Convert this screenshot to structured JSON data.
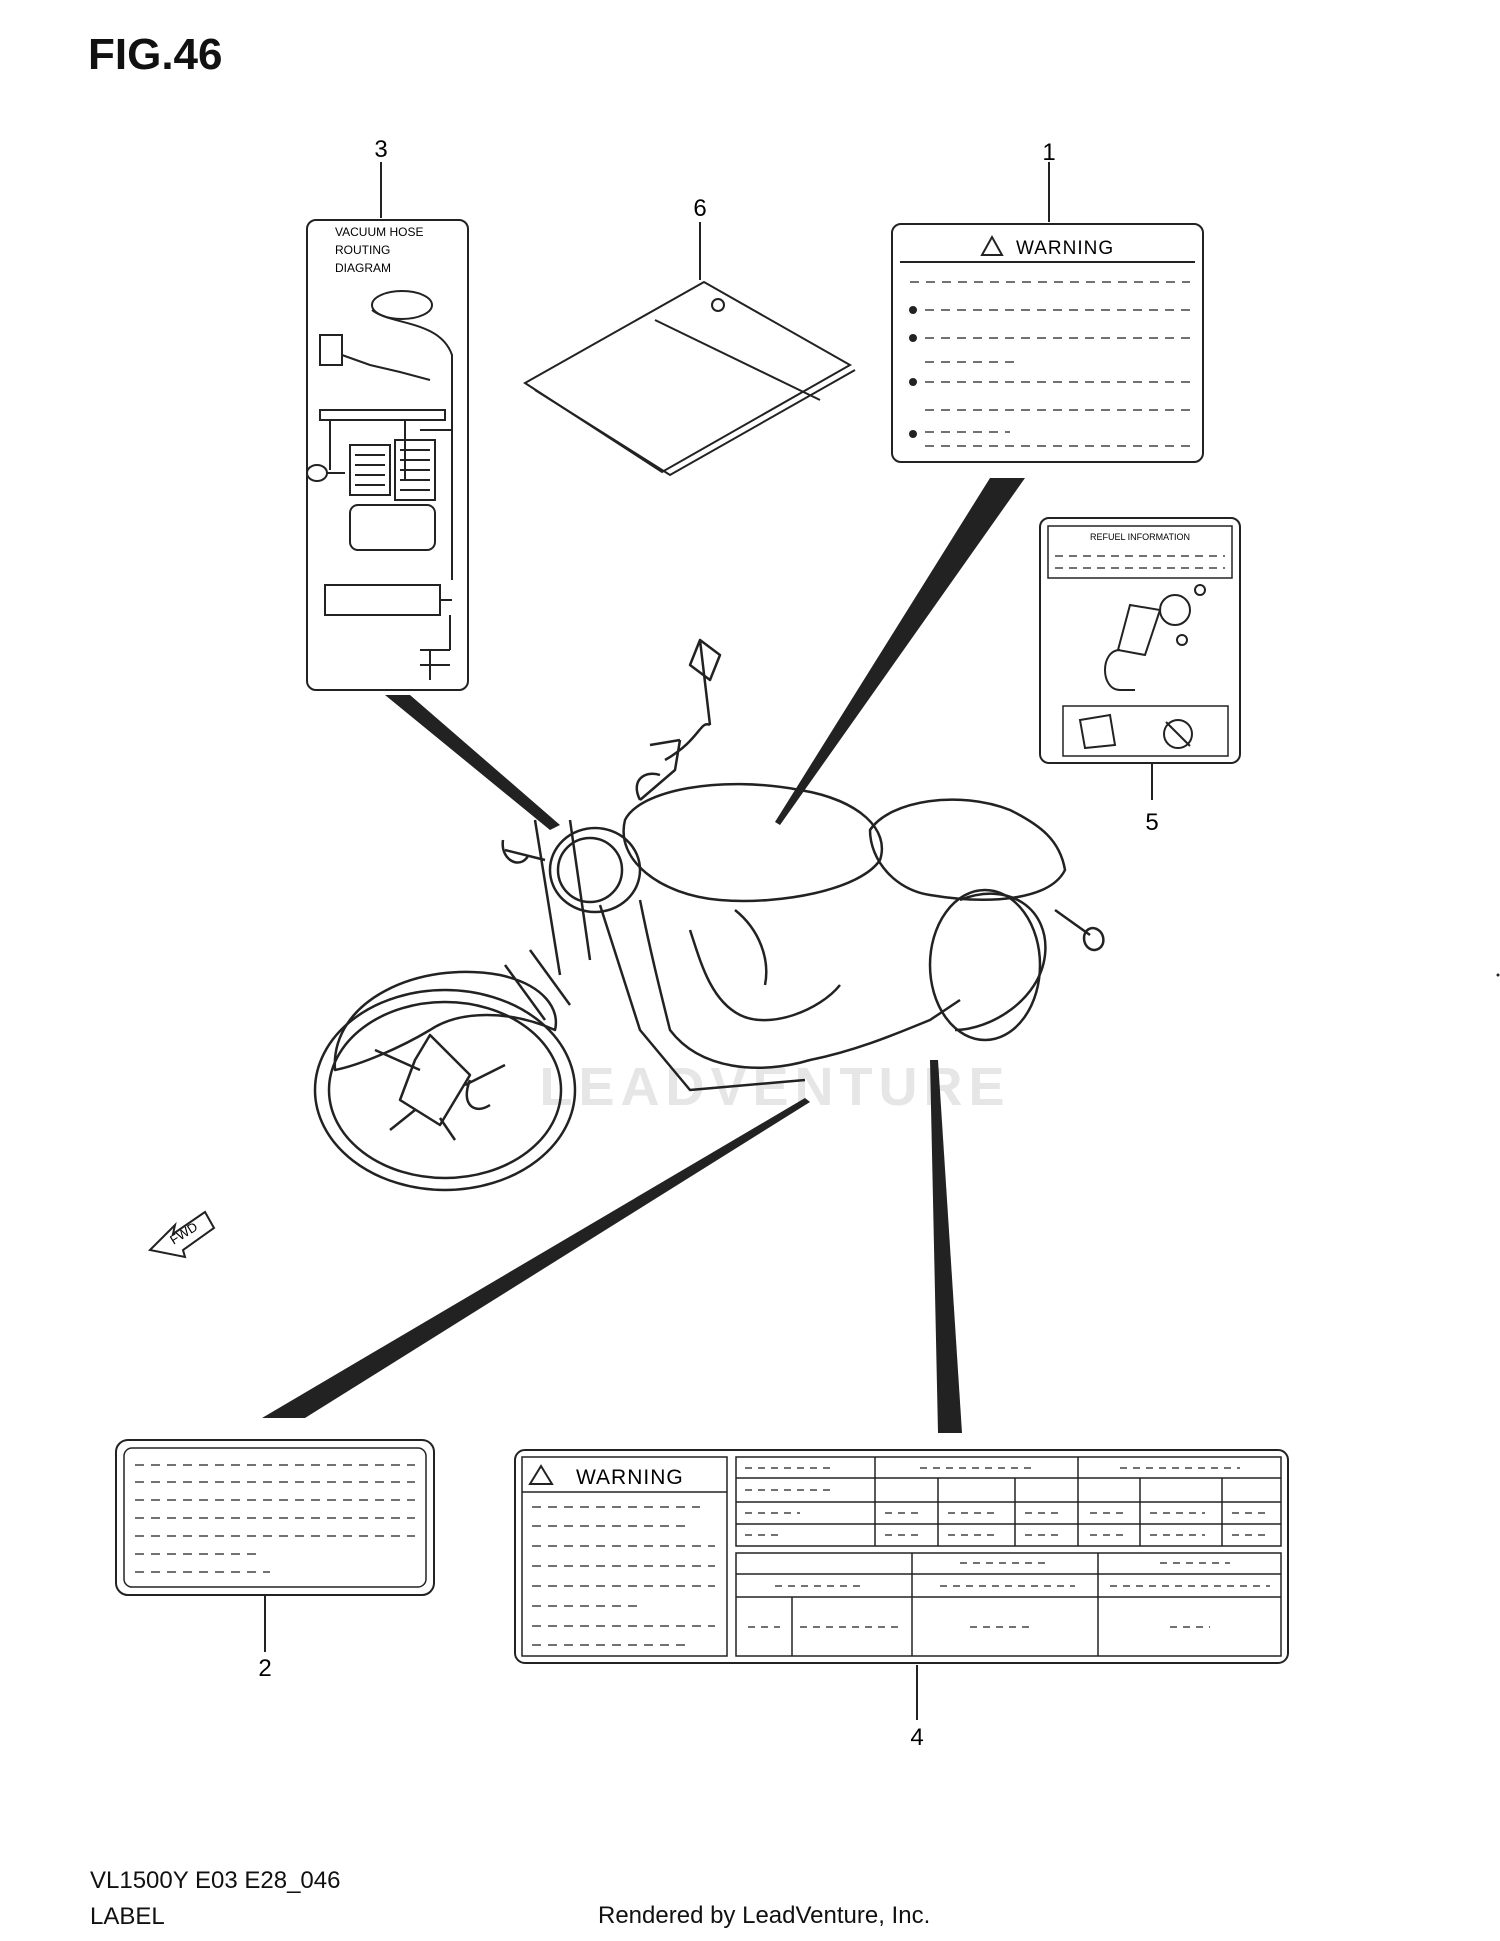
{
  "figure": {
    "title": "FIG.46"
  },
  "callouts": [
    "1",
    "2",
    "3",
    "4",
    "5",
    "6"
  ],
  "labels": {
    "warning_small": {
      "heading": "WARNING"
    },
    "vacuum": {
      "line1": "VACUUM HOSE",
      "line2": "ROUTING",
      "line3": "DIAGRAM"
    },
    "fuel": {
      "heading": "REFUEL INFORMATION"
    },
    "warning_large": {
      "heading": "WARNING"
    },
    "fwd": "FWD"
  },
  "watermark": "LEADVENTURE",
  "footer": {
    "code": "VL1500Y E03 E28_046",
    "label": "LABEL",
    "credit": "Rendered by LeadVenture, Inc."
  }
}
